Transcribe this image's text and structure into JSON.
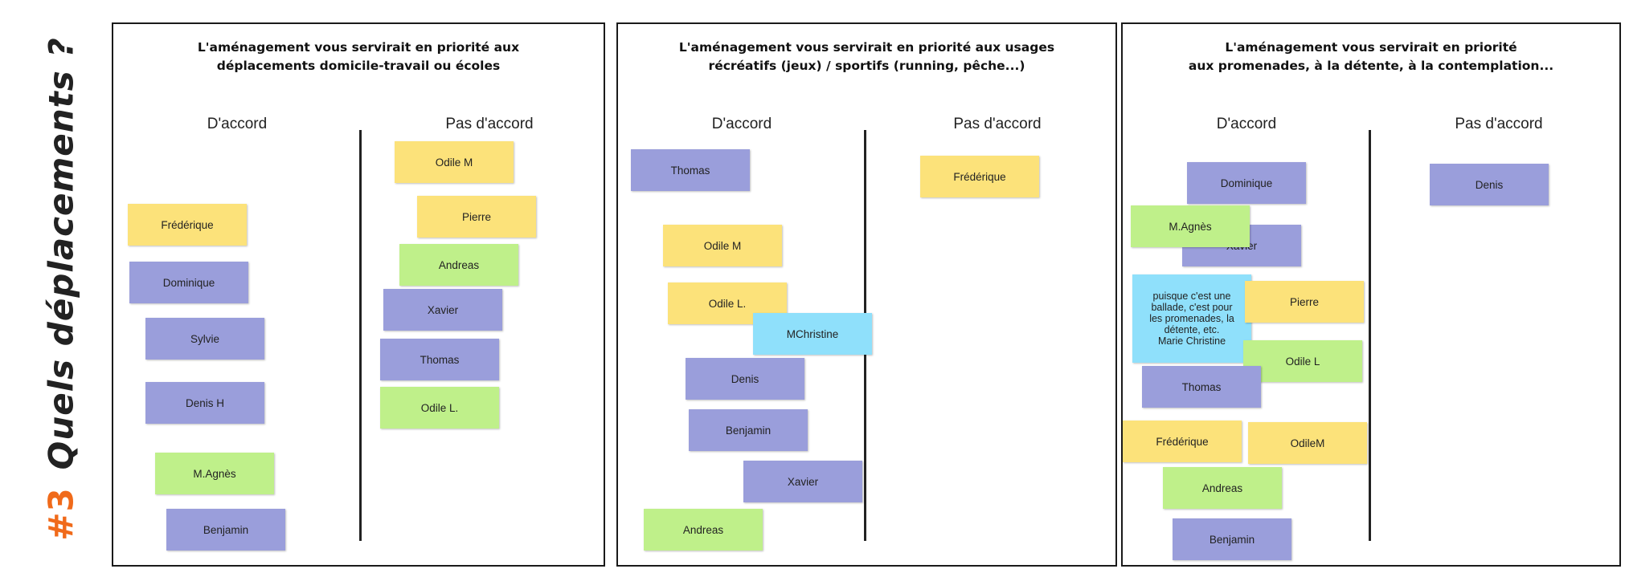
{
  "side_title": {
    "number": "#3",
    "text": "Quels déplacements ?"
  },
  "panels": [
    {
      "title": "L'aménagement vous servirait en priorité aux\ndéplacements domicile-travail ou écoles",
      "agree": "D'accord",
      "disagree": "Pas d'accord",
      "agree_notes": [
        "Frédérique",
        "Dominique",
        "Sylvie",
        "Denis H",
        "M.Agnès",
        "Benjamin"
      ],
      "disagree_notes": [
        "Odile M",
        "Pierre",
        "Andreas",
        "Xavier",
        "Thomas",
        "Odile L."
      ]
    },
    {
      "title": "L'aménagement vous servirait en priorité aux usages\nrécréatifs (jeux) / sportifs (running, pêche...)",
      "agree": "D'accord",
      "disagree": "Pas d'accord",
      "agree_notes": [
        "Thomas",
        "Odile M",
        "Odile L.",
        "MChristine",
        "Denis",
        "Benjamin",
        "Xavier",
        "Andreas"
      ],
      "disagree_notes": [
        "Frédérique"
      ]
    },
    {
      "title": "L'aménagement vous servirait en priorité\naux promenades, à la détente, à la contemplation...",
      "agree": "D'accord",
      "disagree": "Pas d'accord",
      "agree_notes": [
        "Dominique",
        "Xavier",
        "M.Agnès",
        "puisque c'est une\nballade, c'est pour\nles promenades, la\ndétente, etc.\nMarie Christine",
        "Pierre",
        "Odile L",
        "Thomas",
        "Frédérique",
        "OdileM",
        "Andreas",
        "Benjamin"
      ],
      "disagree_notes": [
        "Denis"
      ]
    }
  ],
  "colors": {
    "yellow": "#fce27a",
    "purple": "#9a9edb",
    "green": "#bff08a",
    "cyan": "#8fe0fb",
    "accent": "#f06a1a"
  }
}
